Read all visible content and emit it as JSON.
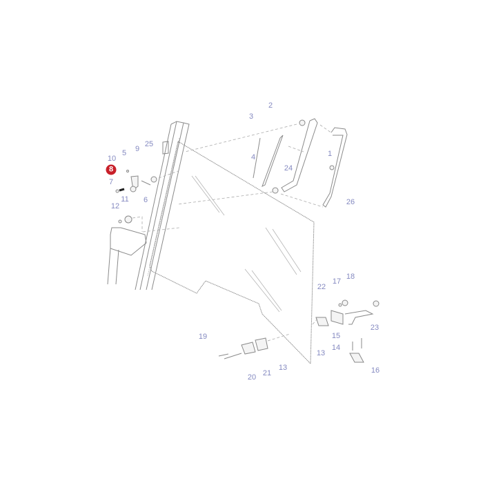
{
  "diagram": {
    "highlighted_part": "8",
    "highlight_color": "#c8202a",
    "label_color": "#8489c0",
    "labels": [
      "1",
      "2",
      "3",
      "4",
      "5",
      "6",
      "7",
      "9",
      "10",
      "11",
      "12",
      "13",
      "13",
      "14",
      "15",
      "16",
      "17",
      "18",
      "19",
      "20",
      "21",
      "22",
      "23",
      "24",
      "25",
      "26"
    ]
  }
}
